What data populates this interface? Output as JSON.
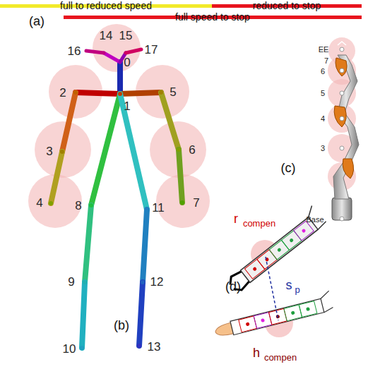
{
  "diagram": {
    "nodes": [
      {
        "text": [
          "full to reduced speed"
        ]
      },
      {
        "text": [
          "reduced to stop"
        ]
      },
      {
        "text": [
          "full speed to stop"
        ]
      }
    ],
    "labels": [
      "(a)",
      "14",
      "15",
      "16",
      "17",
      "0",
      "2",
      "1",
      "5",
      "3",
      "6",
      "4",
      "8",
      "11",
      "7",
      "9",
      "12",
      "10",
      "13",
      "(b)",
      "EE",
      "7",
      "6",
      "5",
      "4",
      "3",
      "Base",
      "(c)",
      "r",
      "compen",
      "(d)",
      "s",
      "p",
      "h",
      "compen"
    ]
  }
}
